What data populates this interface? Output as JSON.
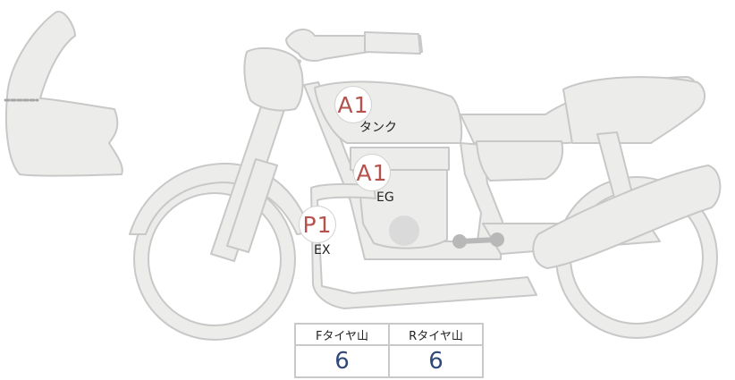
{
  "parts": {
    "tank": {
      "grade": "A1",
      "label": "タンク"
    },
    "engine": {
      "grade": "A1",
      "label": "EG"
    },
    "exhaust": {
      "grade": "P1",
      "label": "EX"
    }
  },
  "tires": {
    "front_header": "Fタイヤ山",
    "rear_header": "Rタイヤ山",
    "front_value": "6",
    "rear_value": "6"
  },
  "colors": {
    "body_fill": "#ececea",
    "outline": "#c8c8c8",
    "grade_red": "#b5524d",
    "value_blue": "#2f4a7a"
  }
}
